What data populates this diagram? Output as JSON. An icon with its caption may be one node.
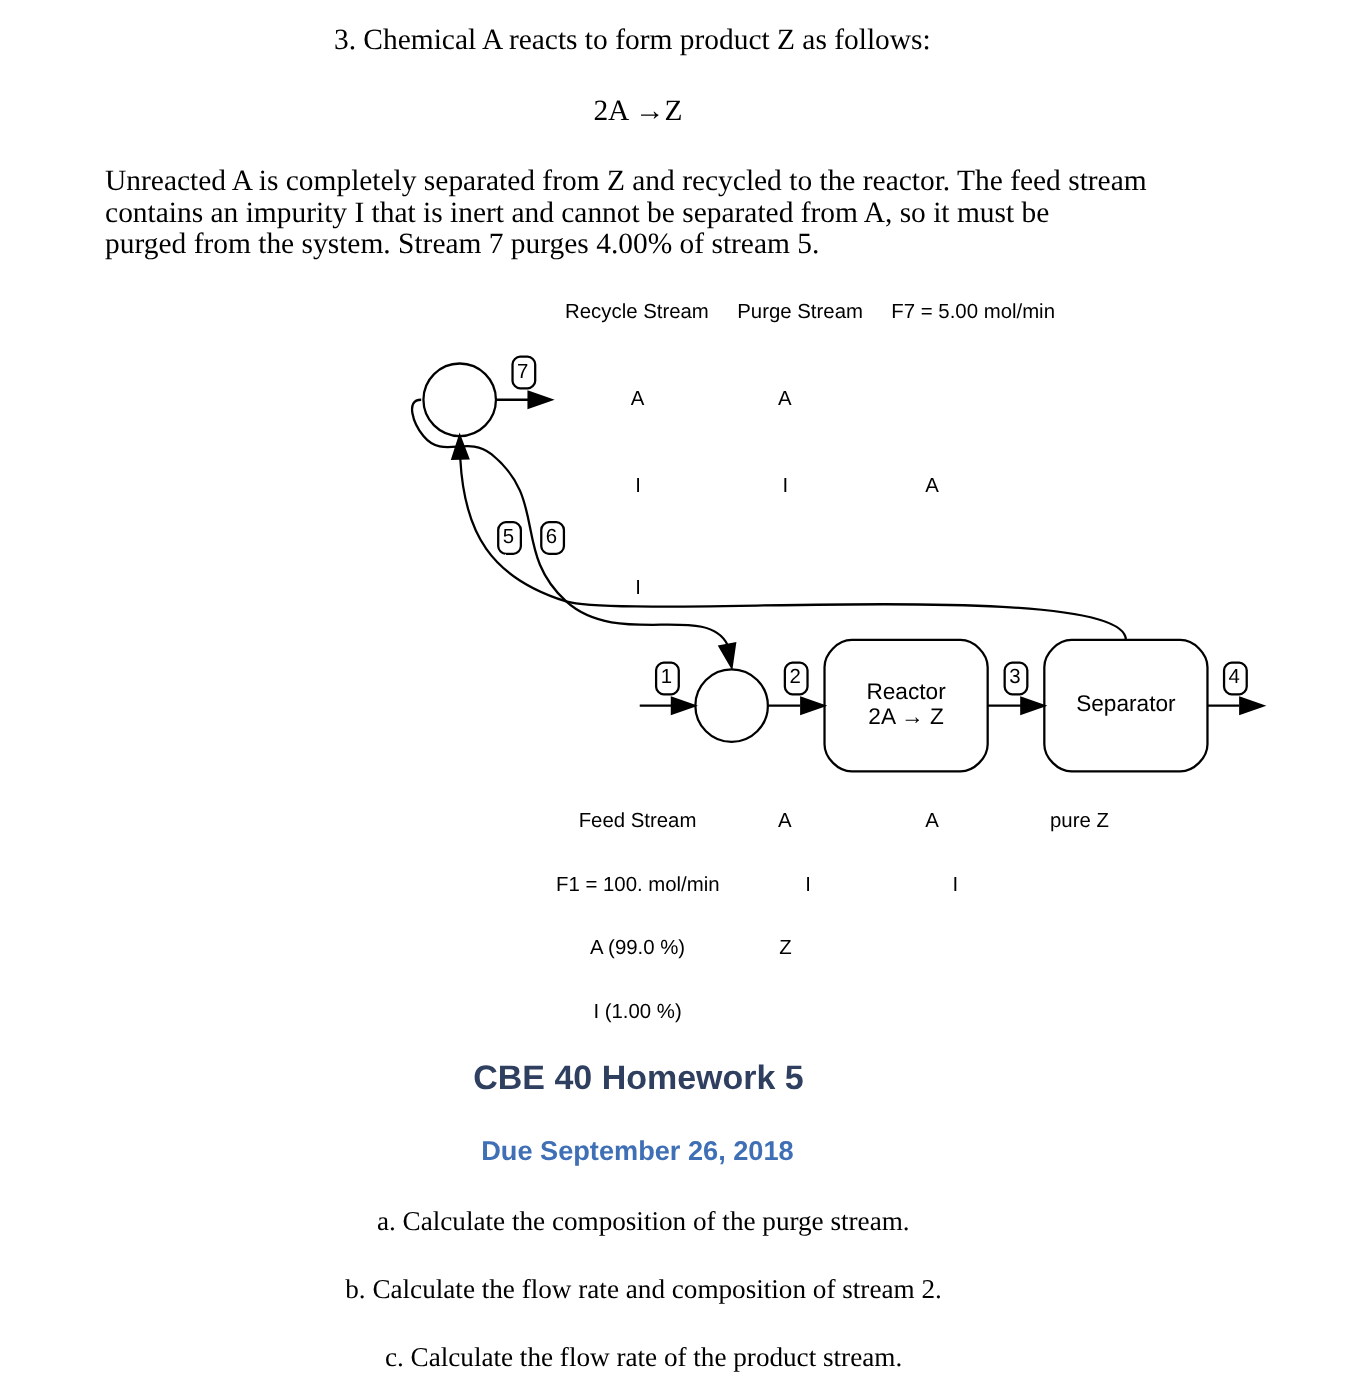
{
  "diagram": {
    "nodes": [
      {
        "text": [],
        "shape": "circle"
      },
      {
        "text": [
          "Reactor",
          "2A → Z"
        ]
      },
      {
        "text": [
          "Separator"
        ]
      },
      {
        "text": [],
        "shape": "circle"
      }
    ],
    "edges": [
      {
        "from": null,
        "to": 0,
        "arrow": "to",
        "label": "1"
      },
      {
        "from": 0,
        "to": 1,
        "arrow": "to",
        "label": "2"
      },
      {
        "from": 1,
        "to": 2,
        "arrow": "to",
        "label": "3"
      },
      {
        "from": 2,
        "to": null,
        "arrow": "to",
        "label": "4"
      },
      {
        "from": 2,
        "to": 3,
        "arrow": "to",
        "label": "5"
      },
      {
        "from": 3,
        "to": 0,
        "arrow": "to",
        "label": "6"
      },
      {
        "from": 3,
        "to": null,
        "arrow": "to",
        "label": "7"
      }
    ],
    "labels": [
      "3. Chemical A reacts to form product Z as follows:",
      "2A →Z",
      "Unreacted A is completely separated from Z and recycled to the reactor. The feed stream contains an impurity I that is inert and cannot be separated from A, so it must be purged from the system. Stream 7 purges 4.00% of stream 5.",
      "Recycle Stream",
      "A",
      "I",
      "Purge Stream",
      "F7 = 5.00 mol/min",
      "A",
      "I",
      "A",
      "I",
      "Feed Stream",
      "F1 = 100. mol/min",
      "A (99.0 %)",
      "I (1.00 %)",
      "A",
      "I",
      "A",
      "I",
      "Z",
      "pure Z",
      "CBE 40 Homework 5",
      "Due September 26, 2018",
      "a. Calculate the composition of the purge stream.",
      "b. Calculate the flow rate and composition of stream 2.",
      "c. Calculate the flow rate of the product stream."
    ]
  }
}
